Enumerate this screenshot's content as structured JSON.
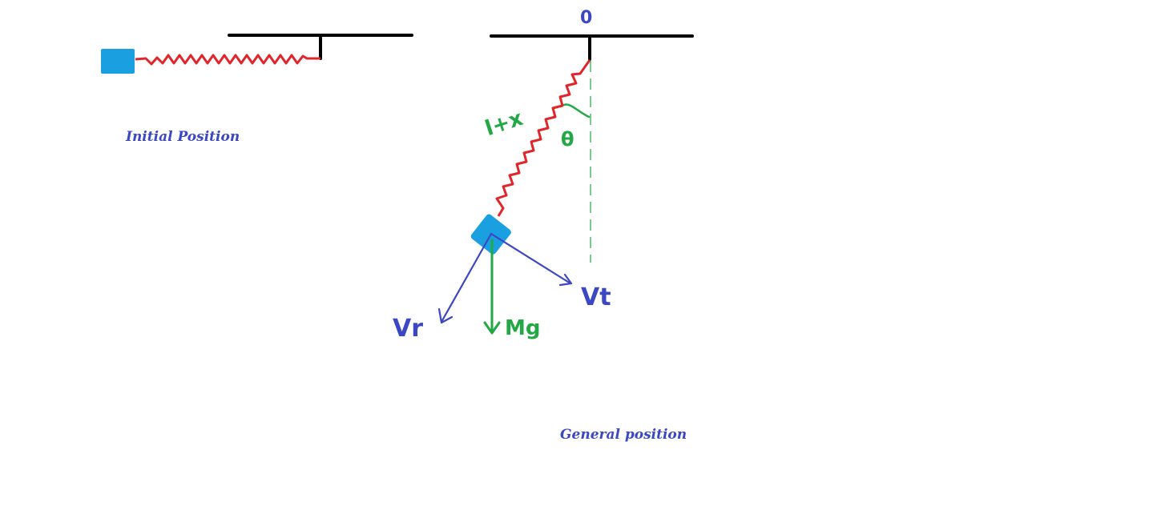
{
  "captions": {
    "initial": "Initial Position",
    "general": "General position"
  },
  "labels": {
    "pivot": "0",
    "length": "l+x",
    "angle": "θ",
    "radial_velocity": "Vr",
    "tangential_velocity": "Vt",
    "weight": "Mg"
  },
  "colors": {
    "support": "#000000",
    "spring": "#e0262b",
    "mass": "#1a9fe0",
    "annotation_blue": "#3b47c4",
    "annotation_green": "#22a845"
  }
}
